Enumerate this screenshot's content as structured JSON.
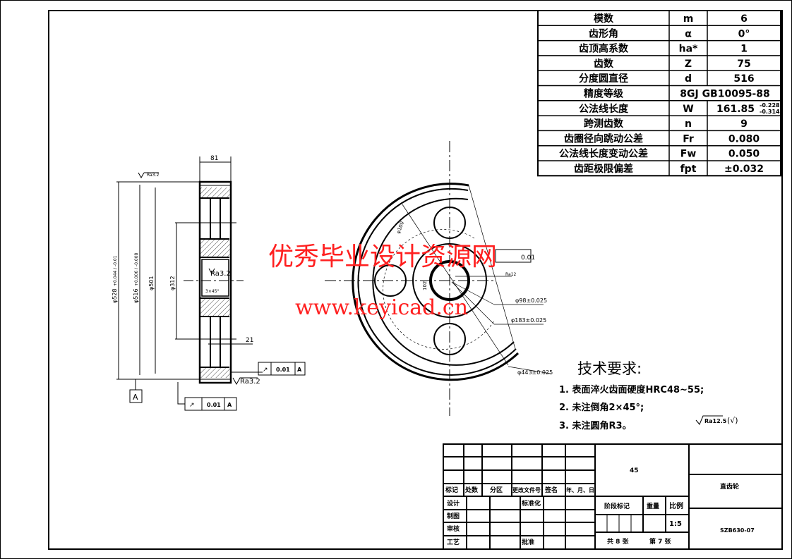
{
  "param_table": [
    {
      "name": "模数",
      "symbol": "m",
      "value": "6"
    },
    {
      "name": "齿形角",
      "symbol": "α",
      "value": "0°"
    },
    {
      "name": "齿顶高系数",
      "symbol": "ha*",
      "value": "1"
    },
    {
      "name": "齿数",
      "symbol": "Z",
      "value": "75"
    },
    {
      "name": "分度圆直径",
      "symbol": "d",
      "value": "516"
    },
    {
      "name": "精度等级",
      "symbol": "",
      "value": "8GJ GB10095-88"
    },
    {
      "name": "公法线长度",
      "symbol": "W",
      "value": "161.85",
      "tol_upper": "-0.228",
      "tol_lower": "-0.314"
    },
    {
      "name": "跨测齿数",
      "symbol": "n",
      "value": "9"
    },
    {
      "name": "齿圈径向跳动公差",
      "symbol": "Fr",
      "value": "0.080"
    },
    {
      "name": "公法线长度变动公差",
      "symbol": "Fw",
      "value": "0.050"
    },
    {
      "name": "齿距极限偏差",
      "symbol": "fpt",
      "value": "±0.032"
    }
  ],
  "side_view": {
    "width_dim": "81",
    "rib_dim": "21",
    "dia_outer": "φ528",
    "dia_outer_tol": "+0.044 / -0.01",
    "dia_pitch": "φ516",
    "dia_pitch_tol": "+0.006 / -0.008",
    "dia_rim": "φ501",
    "dia_hub": "φ312",
    "chamfer": "3×45°",
    "roughness_top": "Ra3.2",
    "roughness_bore": "Ra3.2",
    "roughness_bottom": "Ra3.2",
    "datum": "A",
    "runout_tol_1": "0.01",
    "runout_tol_2": "0.01",
    "datum_ref": "A"
  },
  "front_view": {
    "dim_bore": "φ98±0.025",
    "dim_hub": "φ183±0.025",
    "dim_bolt": "φ443±0.025",
    "dim_keyway": "102",
    "dim_hole": "φ100",
    "tol_box": "0.01",
    "roughness": "Ra12"
  },
  "watermark": {
    "line1": "优秀毕业设计资源网",
    "line2": "www.keyicad.cn"
  },
  "tech_requirements": {
    "title": "技术要求:",
    "items": [
      "1. 表面淬火齿面硬度HRC48~55;",
      "2. 未注倒角2×45°;",
      "3. 未注圆角R3。"
    ],
    "roughness_note": "Ra12.5",
    "roughness_paren": "(√)"
  },
  "title_block": {
    "rev_headers": [
      "标记",
      "处数",
      "分区",
      "更改文件号",
      "签名",
      "年、月、日"
    ],
    "roles": [
      "设计",
      "制图",
      "审核",
      "工艺"
    ],
    "standardize": "标准化",
    "approve": "批准",
    "material": "45",
    "stage_mark": "阶段标记",
    "weight": "重量",
    "scale_label": "比例",
    "scale": "1:5",
    "sheets": "共 8 张",
    "sheet_no": "第 7 张",
    "part_name": "直齿轮",
    "drawing_no": "SZB630-07"
  }
}
